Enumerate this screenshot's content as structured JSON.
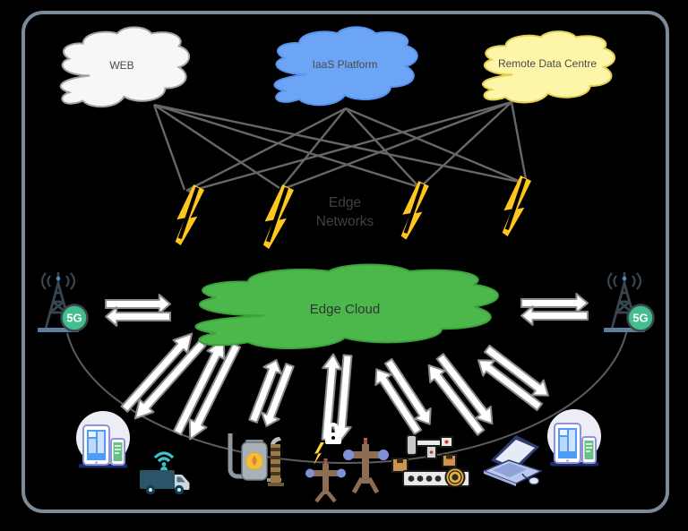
{
  "diagram": {
    "type": "edge-computing-network-architecture"
  },
  "clouds": {
    "web": {
      "label": "WEB"
    },
    "iaas": {
      "label": "IaaS Platform"
    },
    "remote": {
      "label": "Remote Data Centre"
    },
    "edge": {
      "label": "Edge Cloud"
    }
  },
  "edge_networks": {
    "line1": "Edge",
    "line2": "Networks"
  },
  "towers": {
    "badge": "5G"
  },
  "edge_devices": [
    "mobile-devices-icon",
    "connected-truck-icon",
    "industrial-boiler-icon",
    "power-pylons-icon",
    "lock-icon",
    "factory-automation-icon",
    "laptop-icon",
    "mobile-devices-icon"
  ],
  "counts": {
    "lightning-bolts": 4,
    "cloud-to-bolt-links": 12,
    "double-arrow-pairs": 9
  },
  "colors": {
    "background": "#000000",
    "frame-border": "#7d8a99",
    "web-fill": "#f7f7f7",
    "web-stroke": "#a3a3a3",
    "iaas-fill": "#6da5f6",
    "iaas-stroke": "#5794ee",
    "remote-fill": "#fdf6a8",
    "remote-stroke": "#e3d052",
    "edge-fill": "#4cb84c",
    "edge-stroke": "#3da23d",
    "cloud-label": "#4a4a4a",
    "edge-cloud-label": "#333333",
    "networks-label": "#3c4148",
    "connector": "#676767",
    "arc": "#5c5c5c",
    "arrow-fill": "#ffffff",
    "arrow-stroke": "#8c8c8c",
    "bolt-yellow": "#ffc61e",
    "tower-dark": "#39454f",
    "badge-green": "#43bd8d",
    "badge-text": "#ffffff",
    "base-steel": "#5b7f9e"
  }
}
